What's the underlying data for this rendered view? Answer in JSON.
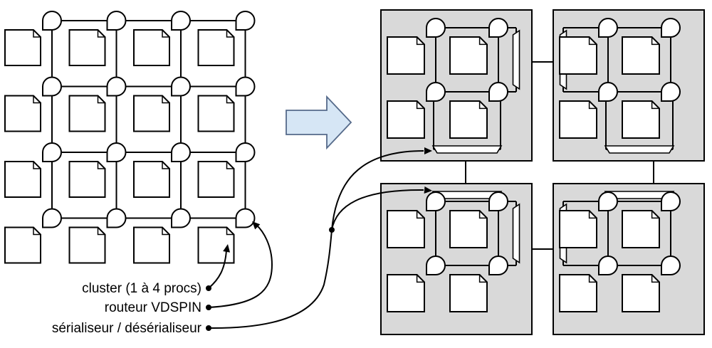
{
  "legend": {
    "cluster": "cluster (1 à 4 procs)",
    "router": "routeur VDSPIN",
    "serdes": "sérialiseur / désérialiseur"
  },
  "colors": {
    "line": "#000000",
    "block_fill": "#d9d9d9",
    "arrow_fill": "#d6e6f5",
    "arrow_stroke": "#556a8a"
  },
  "mesh": {
    "rows": 4,
    "cols": 4
  },
  "blocks": {
    "rows": 2,
    "cols": 2,
    "clusters_per_side": 2
  }
}
